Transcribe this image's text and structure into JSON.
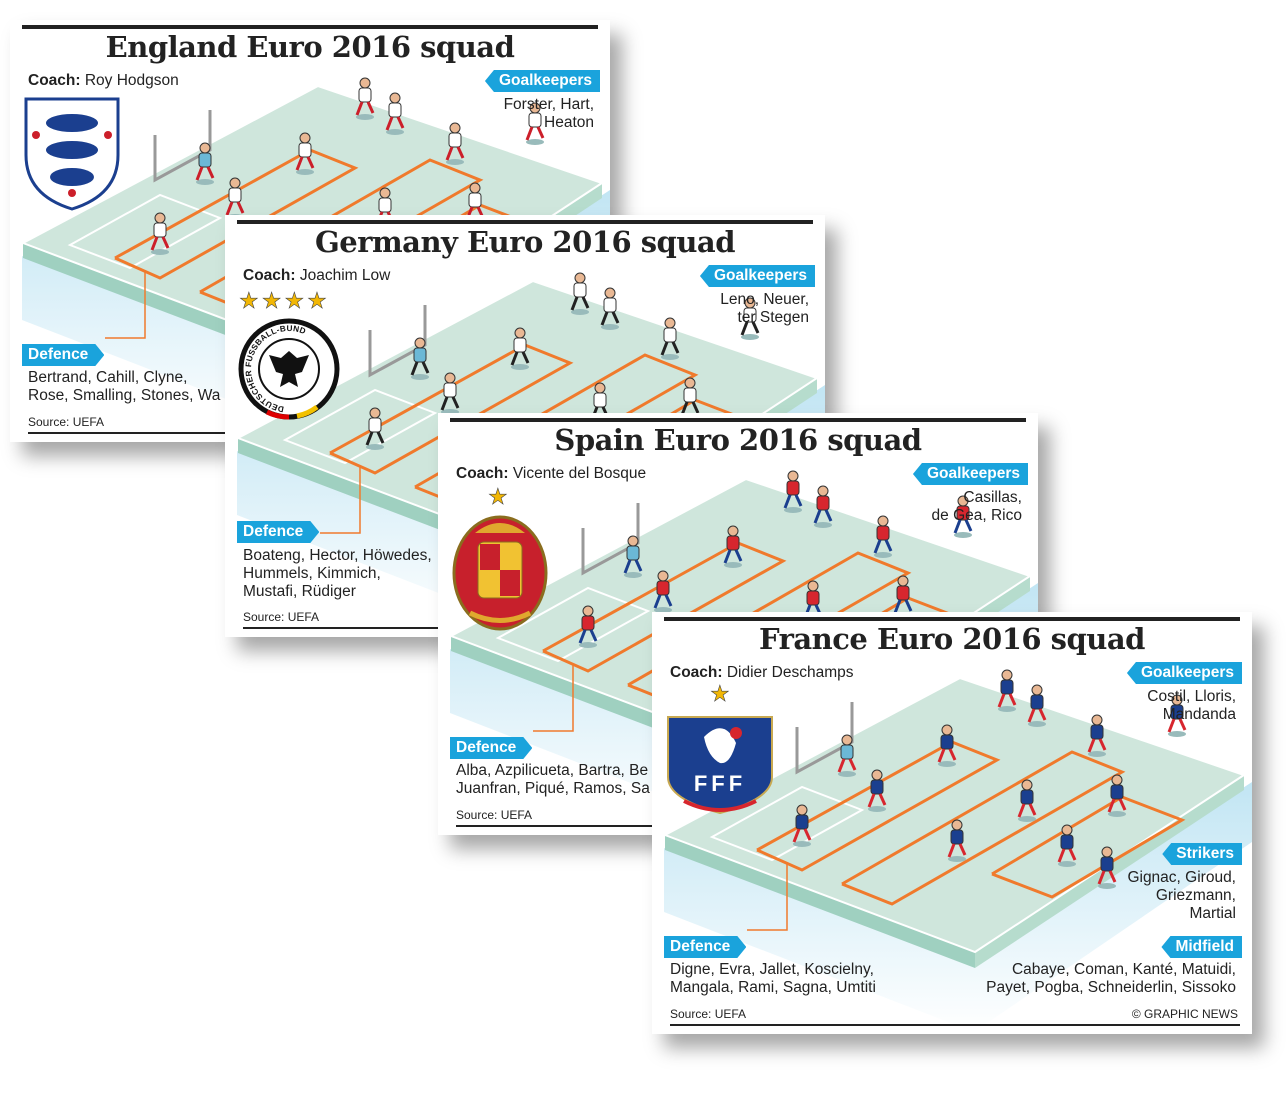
{
  "cards": [
    {
      "id": "england",
      "title": "England Euro 2016 squad",
      "coach_label": "Coach:",
      "coach": "Roy Hodgson",
      "stars": "",
      "crest": "three-lions-crest",
      "kit_color": "#ffffff",
      "kit_accent": "#cc1f2a",
      "goalkeepers_label": "Goalkeepers",
      "goalkeepers": "Forster, Hart,\nHeaton",
      "defence_label": "Defence",
      "defence": "Bertrand, Cahill, Clyne,\nRose, Smalling, Stones, Wa",
      "source": "Source: UEFA"
    },
    {
      "id": "germany",
      "title": "Germany Euro 2016 squad",
      "coach_label": "Coach:",
      "coach": "Joachim Low",
      "stars": "★★★★",
      "crest": "dfb-crest",
      "crest_text": "DEUTSCHER FUSSBALL-BUND",
      "kit_color": "#ffffff",
      "kit_accent": "#222222",
      "goalkeepers_label": "Goalkeepers",
      "goalkeepers": "Leno, Neuer,\nter Stegen",
      "defence_label": "Defence",
      "defence": "Boateng, Hector, Höwedes,\nHummels, Kimmich,\nMustafi, Rüdiger",
      "source": "Source: UEFA"
    },
    {
      "id": "spain",
      "title": "Spain Euro 2016 squad",
      "coach_label": "Coach:",
      "coach": "Vicente del Bosque",
      "stars": "★",
      "crest": "rfef-crest",
      "kit_color": "#d7262e",
      "kit_accent": "#1b3f8f",
      "goalkeepers_label": "Goalkeepers",
      "goalkeepers": "Casillas,\nde Gea, Rico",
      "defence_label": "Defence",
      "defence": "Alba, Azpilicueta, Bartra, Be\nJuanfran, Piqué, Ramos, Sa",
      "source": "Source: UEFA"
    },
    {
      "id": "france",
      "title": "France Euro 2016 squad",
      "coach_label": "Coach:",
      "coach": "Didier Deschamps",
      "stars": "★",
      "crest": "fff-crest",
      "crest_text": "FFF",
      "kit_color": "#1b3f8f",
      "kit_accent": "#d7262e",
      "goalkeepers_label": "Goalkeepers",
      "goalkeepers": "Costil, Lloris,\nMandanda",
      "defence_label": "Defence",
      "defence": "Digne, Evra, Jallet, Koscielny,\nMangala, Rami, Sagna, Umtiti",
      "strikers_label": "Strikers",
      "strikers": "Gignac, Giroud,\nGriezmann,\nMartial",
      "midfield_label": "Midfield",
      "midfield": "Cabaye, Coman, Kanté, Matuidi,\nPayet, Pogba, Schneiderlin, Sissoko",
      "source": "Source: UEFA",
      "credit": "© GRAPHIC NEWS"
    }
  ],
  "colors": {
    "tag": "#1aa3dc",
    "pitch": "#cfe6dc",
    "pitch_edge": "#9fd0c0",
    "lane": "#f07a2c"
  }
}
